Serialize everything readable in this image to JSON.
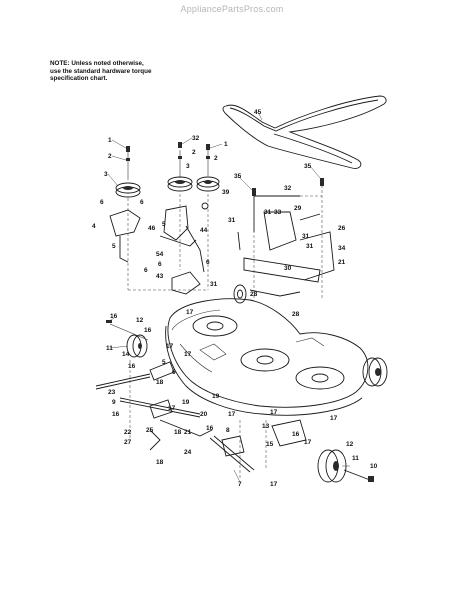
{
  "watermark": "AppliancePartsPros.com",
  "note": {
    "line1": "NOTE: Unless noted otherwise,",
    "line2": "use the standard hardware torque",
    "line3": "specification chart."
  },
  "callouts": {
    "c45": "45",
    "c1a": "1",
    "c2a": "2",
    "c3a": "3",
    "c32a": "32",
    "c2b": "2",
    "c3b": "3",
    "c1b": "1",
    "c2c": "2",
    "c39": "39",
    "c6a": "6",
    "c6b": "6",
    "c4": "4",
    "c5a": "5",
    "c46": "46",
    "c5b": "5",
    "c44": "44",
    "c54": "54",
    "c6c": "6",
    "c6d": "6",
    "c6e": "6",
    "c43": "43",
    "c35a": "35",
    "c32b": "32",
    "c35b": "35",
    "c31a": "31",
    "c33": "33",
    "c29": "29",
    "c31b": "31",
    "c26": "26",
    "c31c": "31",
    "c34": "34",
    "c31d": "31",
    "c30": "30",
    "c21a": "21",
    "c28a": "28",
    "c28b": "28",
    "c31e": "31",
    "c16a": "16",
    "c12a": "12",
    "c16b": "16",
    "c11a": "11",
    "c14": "14",
    "c17a": "17",
    "c17b": "17",
    "c5c": "5",
    "c16c": "16",
    "c6f": "6",
    "c17c": "17",
    "c18a": "18",
    "c23": "23",
    "c9": "9",
    "c16d": "16",
    "c19a": "19",
    "c19b": "19",
    "c20": "20",
    "c17d": "17",
    "c17e": "17",
    "c17f": "17",
    "c17g": "17",
    "c25": "25",
    "c21b": "21",
    "c16e": "16",
    "c22": "22",
    "c27": "27",
    "c18b": "18",
    "c24": "24",
    "c18c": "18",
    "c8": "8",
    "c13": "13",
    "c15": "15",
    "c16f": "16",
    "c17h": "17",
    "c12b": "12",
    "c11b": "11",
    "c10": "10",
    "c7": "7",
    "c17i": "17"
  }
}
